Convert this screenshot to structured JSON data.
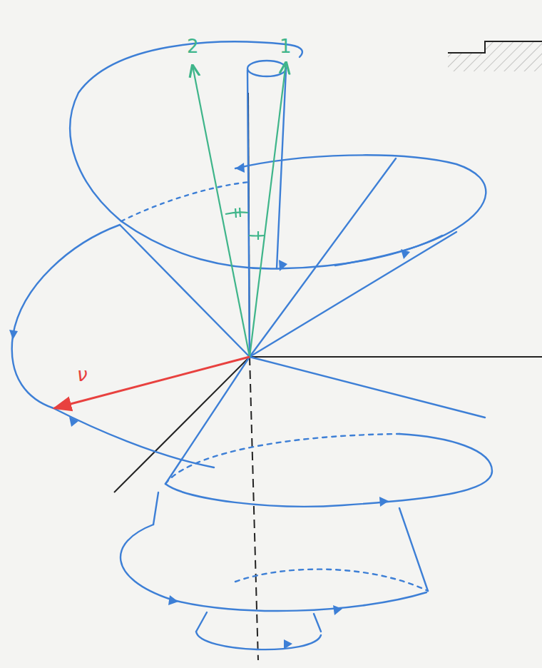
{
  "diagram": {
    "labels": [
      "2",
      "1",
      "ν"
    ]
  }
}
